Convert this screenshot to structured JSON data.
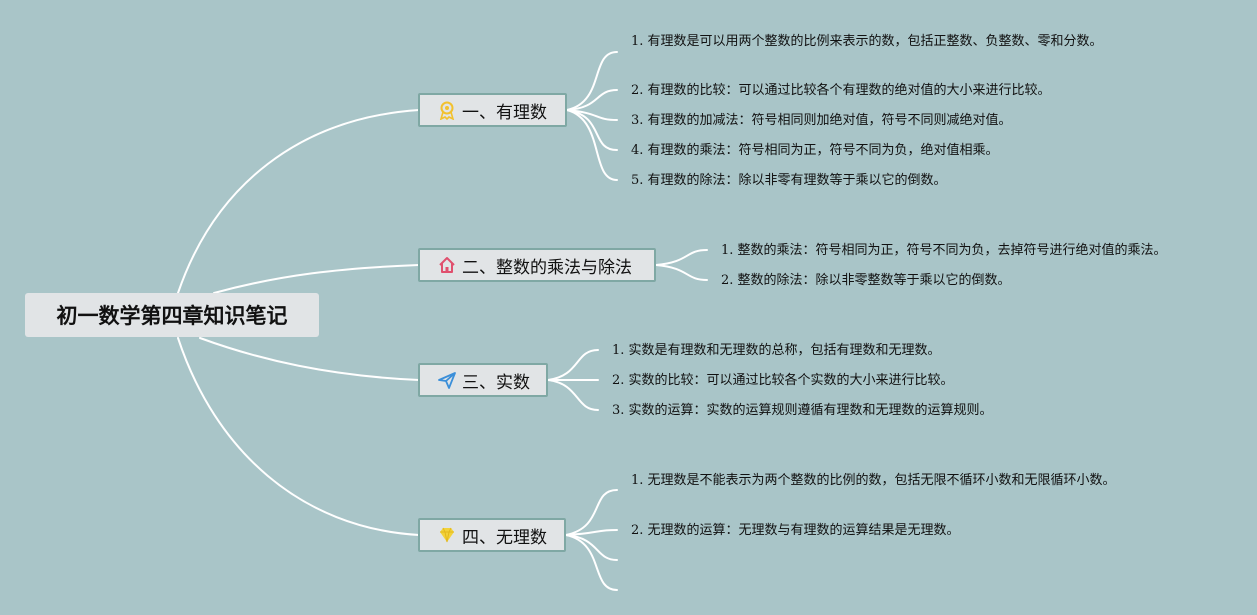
{
  "root": {
    "title": "初一数学第四章知识笔记"
  },
  "branches": [
    {
      "label": "一、有理数",
      "icon": "award-ribbon-icon",
      "icon_color": "#f2c12e",
      "items": [
        "1. 有理数是可以用两个整数的比例来表示的数，包括正整数、负整数、零和分数。",
        "2. 有理数的比较：可以通过比较各个有理数的绝对值的大小来进行比较。",
        "3. 有理数的加减法：符号相同则加绝对值，符号不同则减绝对值。",
        "4. 有理数的乘法：符号相同为正，符号不同为负，绝对值相乘。",
        "5. 有理数的除法：除以非零有理数等于乘以它的倒数。"
      ]
    },
    {
      "label": "二、整数的乘法与除法",
      "icon": "home-icon",
      "icon_color": "#e0506e",
      "items": [
        "1. 整数的乘法：符号相同为正，符号不同为负，去掉符号进行绝对值的乘法。",
        "2. 整数的除法：除以非零整数等于乘以它的倒数。"
      ]
    },
    {
      "label": "三、实数",
      "icon": "paper-plane-icon",
      "icon_color": "#3b8fd9",
      "items": [
        "1. 实数是有理数和无理数的总称，包括有理数和无理数。",
        "2. 实数的比较：可以通过比较各个实数的大小来进行比较。",
        "3. 实数的运算：实数的运算规则遵循有理数和无理数的运算规则。"
      ]
    },
    {
      "label": "四、无理数",
      "icon": "diamond-icon",
      "icon_color": "#f2d23a",
      "items": [
        "1. 无理数是不能表示为两个整数的比例的数，包括无限不循环小数和无限循环小数。",
        "2. 无理数的运算：无理数与有理数的运算结果是无理数。",
        "",
        ""
      ]
    }
  ]
}
